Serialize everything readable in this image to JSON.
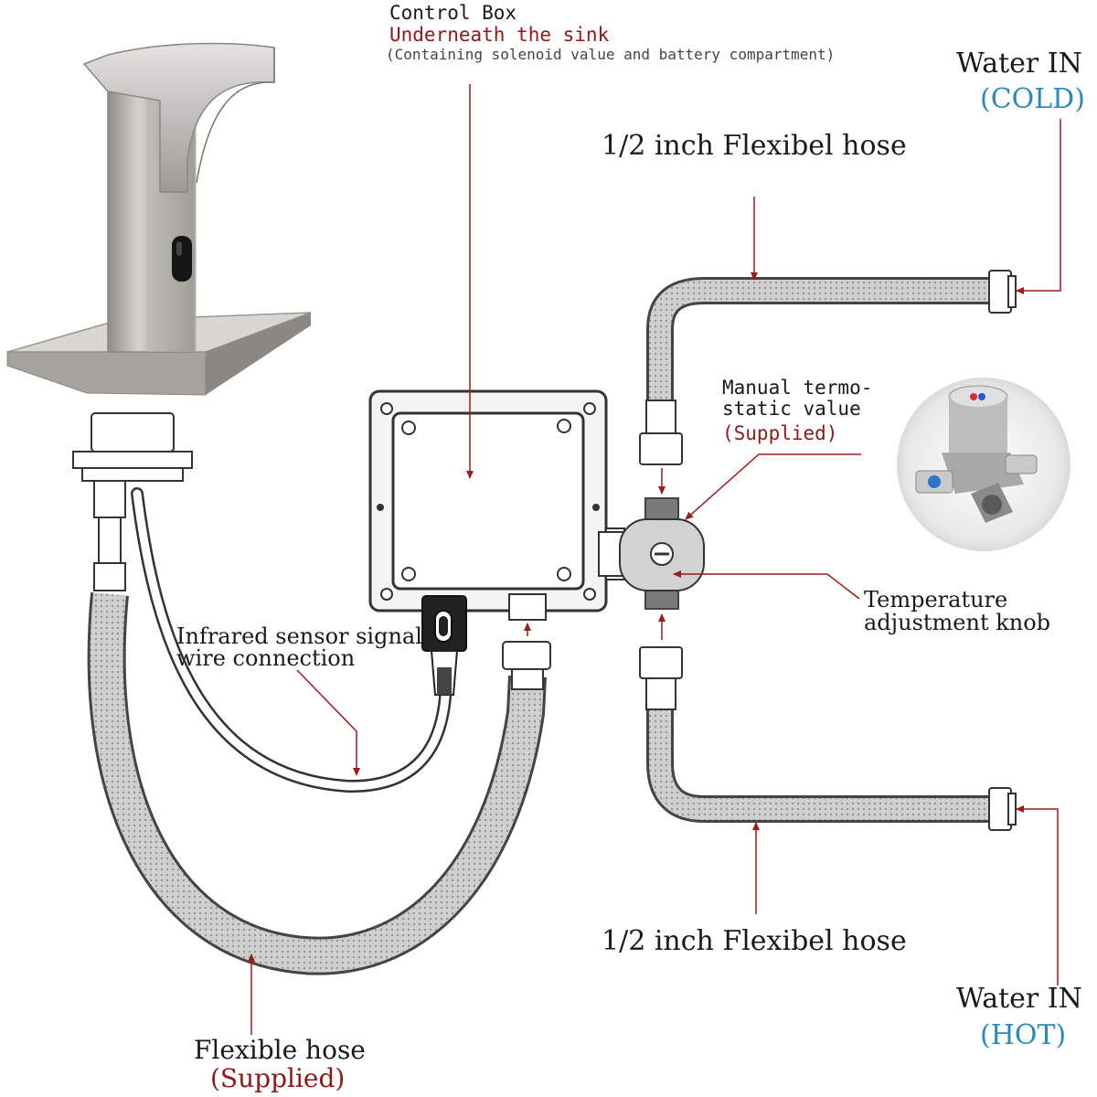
{
  "colors": {
    "leader": "#9b1c1c",
    "red_text": "#8b1a1a",
    "blue_text": "#2a8ab8",
    "hose_fill": "#c9c9c9",
    "outline": "#444444",
    "metal": "#b9b6b2"
  },
  "control_box": {
    "title": "Control Box",
    "location": "Underneath the sink",
    "note": "(Containing solenoid value and battery compartment)"
  },
  "water_cold": {
    "label": "Water IN",
    "temp": "(COLD)"
  },
  "water_hot": {
    "label": "Water IN",
    "temp": "(HOT)"
  },
  "hose_top": {
    "label": "1/2 inch Flexibel hose"
  },
  "hose_bottom": {
    "label": "1/2 inch Flexibel hose"
  },
  "valve": {
    "line1": "Manual termo-",
    "line2": "static value",
    "supplied": "(Supplied)"
  },
  "knob": {
    "line1": "Temperature",
    "line2": "adjustment knob"
  },
  "sensor": {
    "line1": "Infrared sensor signal",
    "line2": "wire connection"
  },
  "flex_hose": {
    "label": "Flexible hose",
    "supplied": "(Supplied)"
  },
  "icons": [
    "faucet-icon",
    "control-box-icon",
    "thermostatic-valve-photo-icon",
    "hose-icon",
    "connector-nut-icon"
  ]
}
